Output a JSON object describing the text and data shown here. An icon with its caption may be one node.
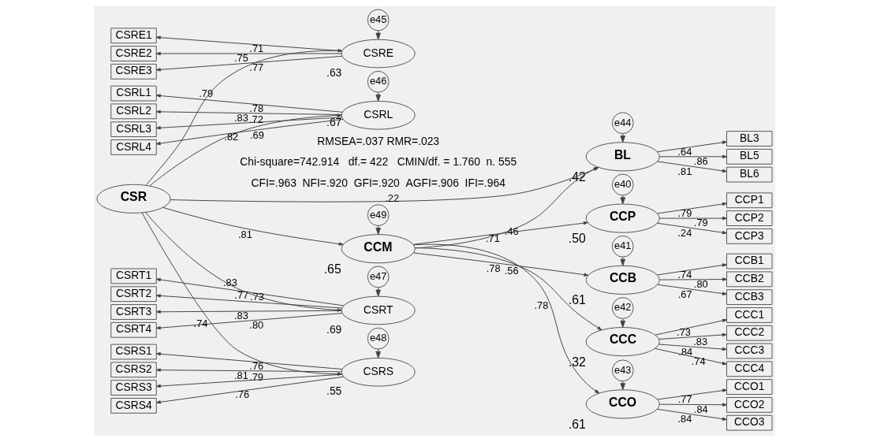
{
  "diagram": {
    "nodes": [
      {
        "text": [
          "e45"
        ]
      },
      {
        "text": [
          "CSRE"
        ],
        "beside": [
          ".63"
        ]
      },
      {
        "text": [
          "CSRE1"
        ]
      },
      {
        "text": [
          "CSRE2"
        ]
      },
      {
        "text": [
          "CSRE3"
        ]
      },
      {
        "text": [
          "e46"
        ]
      },
      {
        "text": [
          "CSRL"
        ],
        "beside": [
          ".67"
        ]
      },
      {
        "text": [
          "CSRL1"
        ]
      },
      {
        "text": [
          "CSRL2"
        ]
      },
      {
        "text": [
          "CSRL3"
        ]
      },
      {
        "text": [
          "CSRL4"
        ]
      },
      {
        "text": [
          "e47"
        ]
      },
      {
        "text": [
          "CSRT"
        ],
        "beside": [
          ".69"
        ]
      },
      {
        "text": [
          "CSRT1"
        ]
      },
      {
        "text": [
          "CSRT2"
        ]
      },
      {
        "text": [
          "CSRT3"
        ]
      },
      {
        "text": [
          "CSRT4"
        ]
      },
      {
        "text": [
          "e48"
        ]
      },
      {
        "text": [
          "CSRS"
        ],
        "beside": [
          ".55"
        ]
      },
      {
        "text": [
          "CSRS1"
        ]
      },
      {
        "text": [
          "CSRS2"
        ]
      },
      {
        "text": [
          "CSRS3"
        ]
      },
      {
        "text": [
          "CSRS4"
        ]
      },
      {
        "text": [
          "CSR"
        ]
      },
      {
        "text": [
          "e49"
        ]
      },
      {
        "text": [
          "CCM"
        ],
        "beside": [
          ".65"
        ]
      },
      {
        "text": [
          "e44"
        ]
      },
      {
        "text": [
          "BL"
        ],
        "beside": [
          ".42"
        ]
      },
      {
        "text": [
          "BL3"
        ]
      },
      {
        "text": [
          "BL5"
        ]
      },
      {
        "text": [
          "BL6"
        ]
      },
      {
        "text": [
          "e40"
        ]
      },
      {
        "text": [
          "CCP"
        ],
        "beside": [
          ".50"
        ]
      },
      {
        "text": [
          "CCP1"
        ]
      },
      {
        "text": [
          "CCP2"
        ]
      },
      {
        "text": [
          "CCP3"
        ]
      },
      {
        "text": [
          "e41"
        ]
      },
      {
        "text": [
          "CCB"
        ],
        "beside": [
          ".61"
        ]
      },
      {
        "text": [
          "CCB1"
        ]
      },
      {
        "text": [
          "CCB2"
        ]
      },
      {
        "text": [
          "CCB3"
        ]
      },
      {
        "text": [
          "e42"
        ]
      },
      {
        "text": [
          "CCC"
        ],
        "beside": [
          ".32"
        ]
      },
      {
        "text": [
          "CCC1"
        ]
      },
      {
        "text": [
          "CCC2"
        ]
      },
      {
        "text": [
          "CCC3"
        ]
      },
      {
        "text": [
          "CCC4"
        ]
      },
      {
        "text": [
          "e43"
        ]
      },
      {
        "text": [
          "CCO"
        ],
        "beside": [
          ".61"
        ]
      },
      {
        "text": [
          "CCO1"
        ]
      },
      {
        "text": [
          "CCO2"
        ]
      },
      {
        "text": [
          "CCO3"
        ]
      }
    ],
    "edges": [
      {
        "from": 0,
        "to": 1,
        "arrow": "to"
      },
      {
        "from": 1,
        "to": 2,
        "arrow": "to",
        "label": ".71"
      },
      {
        "from": 1,
        "to": 3,
        "arrow": "to",
        "label": ".75"
      },
      {
        "from": 1,
        "to": 4,
        "arrow": "to",
        "label": ".77"
      },
      {
        "from": 5,
        "to": 6,
        "arrow": "to"
      },
      {
        "from": 6,
        "to": 7,
        "arrow": "to",
        "label": ".78"
      },
      {
        "from": 6,
        "to": 8,
        "arrow": "to",
        "label": ".83"
      },
      {
        "from": 6,
        "to": 9,
        "arrow": "to",
        "label": ".72"
      },
      {
        "from": 6,
        "to": 10,
        "arrow": "to",
        "label": ".69"
      },
      {
        "from": 11,
        "to": 12,
        "arrow": "to"
      },
      {
        "from": 12,
        "to": 13,
        "arrow": "to",
        "label": ".73"
      },
      {
        "from": 12,
        "to": 14,
        "arrow": "to",
        "label": ".77"
      },
      {
        "from": 12,
        "to": 15,
        "arrow": "to",
        "label": ".83"
      },
      {
        "from": 12,
        "to": 16,
        "arrow": "to",
        "label": ".80"
      },
      {
        "from": 17,
        "to": 18,
        "arrow": "to"
      },
      {
        "from": 18,
        "to": 19,
        "arrow": "to",
        "label": ".76"
      },
      {
        "from": 18,
        "to": 20,
        "arrow": "to",
        "label": ".81"
      },
      {
        "from": 18,
        "to": 21,
        "arrow": "to",
        "label": ".79"
      },
      {
        "from": 18,
        "to": 22,
        "arrow": "to",
        "label": ".76"
      },
      {
        "from": 23,
        "to": 1,
        "arrow": "to",
        "label": ".79"
      },
      {
        "from": 23,
        "to": 6,
        "arrow": "to",
        "label": ".82"
      },
      {
        "from": 23,
        "to": 12,
        "arrow": "to",
        "label": ".83"
      },
      {
        "from": 23,
        "to": 18,
        "arrow": "to",
        "label": ".74"
      },
      {
        "from": 23,
        "to": 25,
        "arrow": "to",
        "label": ".81"
      },
      {
        "from": 24,
        "to": 25,
        "arrow": "to"
      },
      {
        "from": 23,
        "to": 27,
        "arrow": "to",
        "label": ".22"
      },
      {
        "from": 25,
        "to": 27,
        "arrow": "to",
        "label": ".46"
      },
      {
        "from": 26,
        "to": 27,
        "arrow": "to"
      },
      {
        "from": 27,
        "to": 28,
        "arrow": "to",
        "label": ".64"
      },
      {
        "from": 27,
        "to": 29,
        "arrow": "to",
        "label": ".86"
      },
      {
        "from": 27,
        "to": 30,
        "arrow": "to",
        "label": ".81"
      },
      {
        "from": 25,
        "to": 32,
        "arrow": "to",
        "label": ".71"
      },
      {
        "from": 25,
        "to": 37,
        "arrow": "to",
        "label": ".78"
      },
      {
        "from": 25,
        "to": 42,
        "arrow": "to",
        "label": ".56"
      },
      {
        "from": 25,
        "to": 48,
        "arrow": "to",
        "label": ".78"
      },
      {
        "from": 31,
        "to": 32,
        "arrow": "to"
      },
      {
        "from": 32,
        "to": 33,
        "arrow": "to",
        "label": ".79"
      },
      {
        "from": 32,
        "to": 34,
        "arrow": "to",
        "label": ".79"
      },
      {
        "from": 32,
        "to": 35,
        "arrow": "to",
        "label": ".24"
      },
      {
        "from": 36,
        "to": 37,
        "arrow": "to"
      },
      {
        "from": 37,
        "to": 38,
        "arrow": "to",
        "label": ".74"
      },
      {
        "from": 37,
        "to": 39,
        "arrow": "to",
        "label": ".80"
      },
      {
        "from": 37,
        "to": 40,
        "arrow": "to",
        "label": ".67"
      },
      {
        "from": 41,
        "to": 42,
        "arrow": "to"
      },
      {
        "from": 42,
        "to": 43,
        "arrow": "to",
        "label": ".73"
      },
      {
        "from": 42,
        "to": 44,
        "arrow": "to",
        "label": ".83"
      },
      {
        "from": 42,
        "to": 45,
        "arrow": "to",
        "label": ".84"
      },
      {
        "from": 42,
        "to": 46,
        "arrow": "to",
        "label": ".74"
      },
      {
        "from": 47,
        "to": 48,
        "arrow": "to"
      },
      {
        "from": 48,
        "to": 49,
        "arrow": "to",
        "label": ".77"
      },
      {
        "from": 48,
        "to": 50,
        "arrow": "to",
        "label": ".84"
      },
      {
        "from": 48,
        "to": 51,
        "arrow": "to",
        "label": ".84"
      }
    ],
    "labels": [
      "Chi-square=742.914   df.= 422   CMIN/df. = 1.760  n. 555",
      "CFI=.963  NFI=.920  GFI=.920  AGFI=.906  IFI=.964",
      "RMSEA=.037 RMR=.023"
    ]
  }
}
